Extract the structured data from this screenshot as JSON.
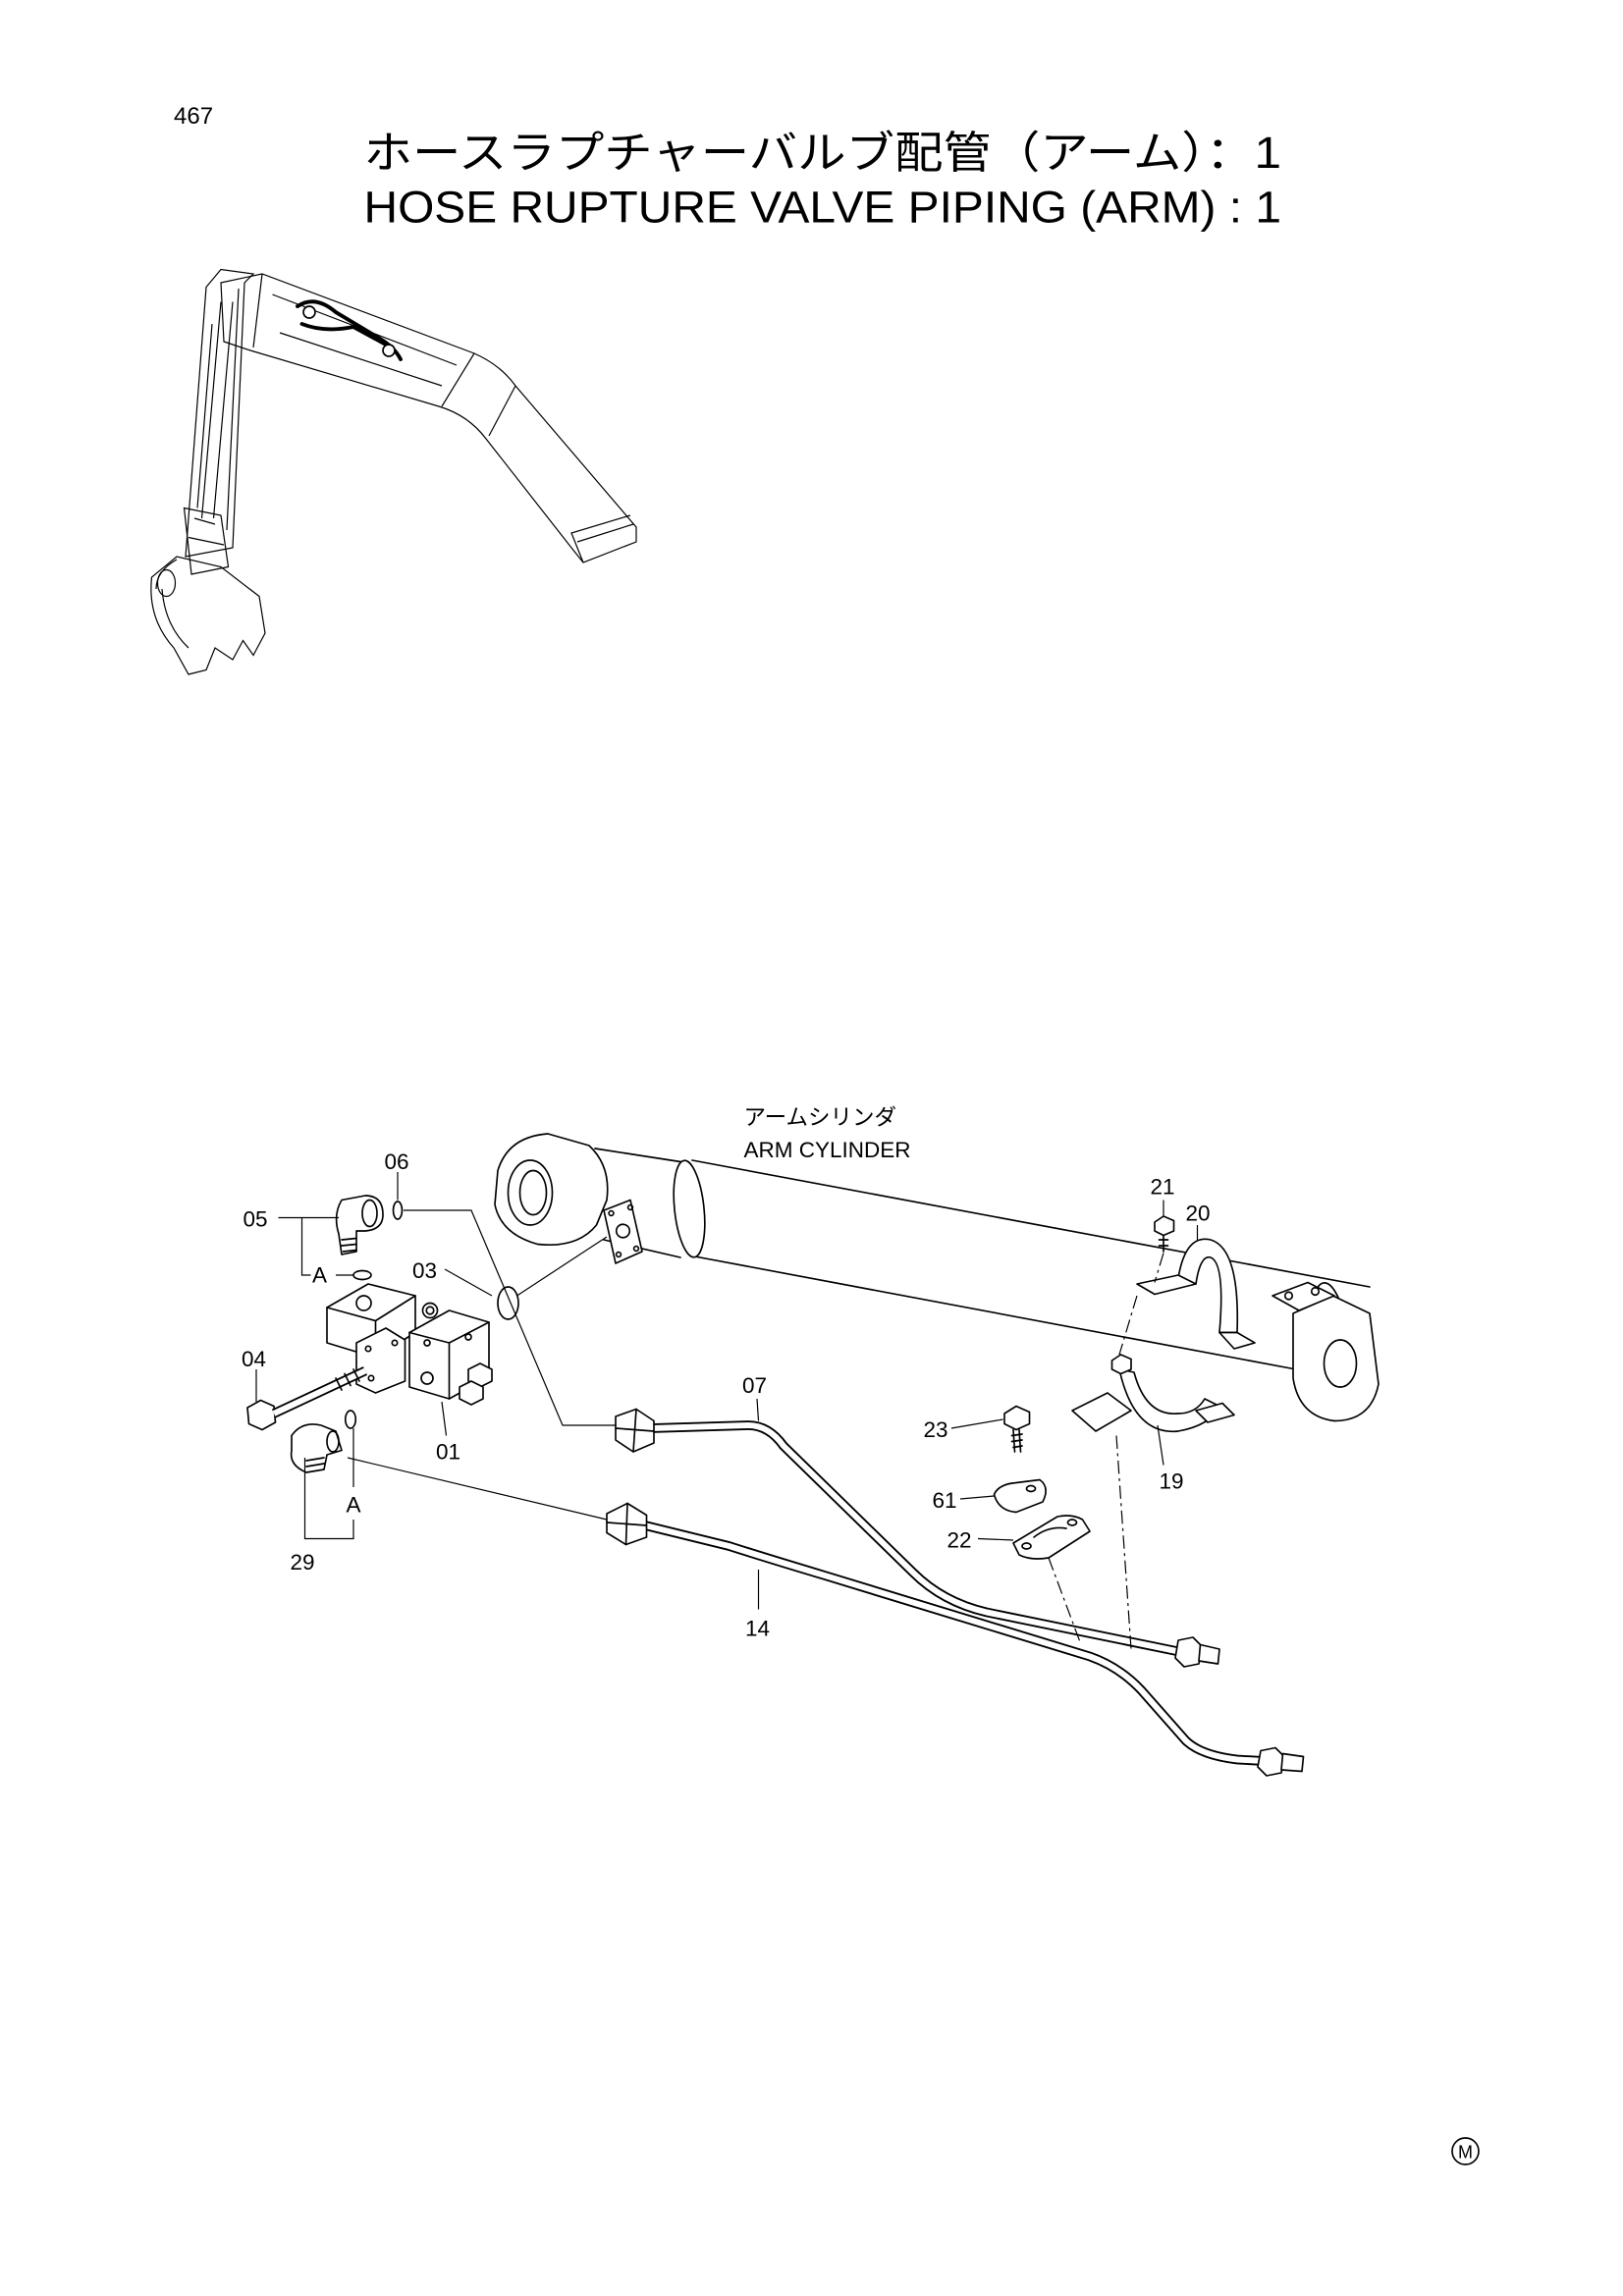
{
  "page": {
    "number": "467",
    "title_ja": "ホースラプチャーバルブ配管（アーム）：1",
    "title_en": "HOSE RUPTURE VALVE PIPING (ARM) : 1"
  },
  "diagram": {
    "component_label_ja": "アームシリンダ",
    "component_label_en": "ARM CYLINDER",
    "part_numbers": {
      "p01": "01",
      "p03": "03",
      "p04": "04",
      "p05": "05",
      "p06": "06",
      "p07": "07",
      "p14": "14",
      "p19": "19",
      "p20": "20",
      "p21": "21",
      "p22": "22",
      "p23": "23",
      "p29": "29",
      "p61": "61"
    },
    "view_marks": [
      "A",
      "A"
    ]
  },
  "footer": {
    "mark": "M"
  },
  "colors": {
    "ink": "#000000",
    "paper": "#ffffff"
  }
}
